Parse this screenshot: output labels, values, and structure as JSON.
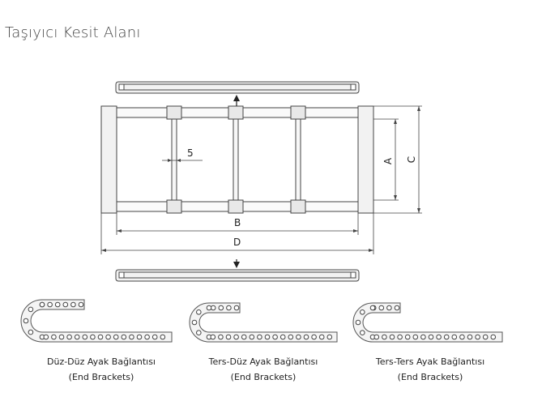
{
  "title": "Taşıyıcı Kesit Alanı",
  "dimensions": {
    "a_label": "A",
    "b_label": "B",
    "c_label": "C",
    "d_label": "D",
    "bar_thickness_label": "5"
  },
  "chains": [
    {
      "name": "Düz-Düz Ayak Bağlantısı",
      "subtitle": "(End Brackets)"
    },
    {
      "name": "Ters-Düz Ayak Bağlantısı",
      "subtitle": "(End Brackets)"
    },
    {
      "name": "Ters-Ters Ayak Bağlantısı",
      "subtitle": "(End Brackets)"
    }
  ],
  "colors": {
    "line": "#444444",
    "fill": "#f2f2f2"
  }
}
